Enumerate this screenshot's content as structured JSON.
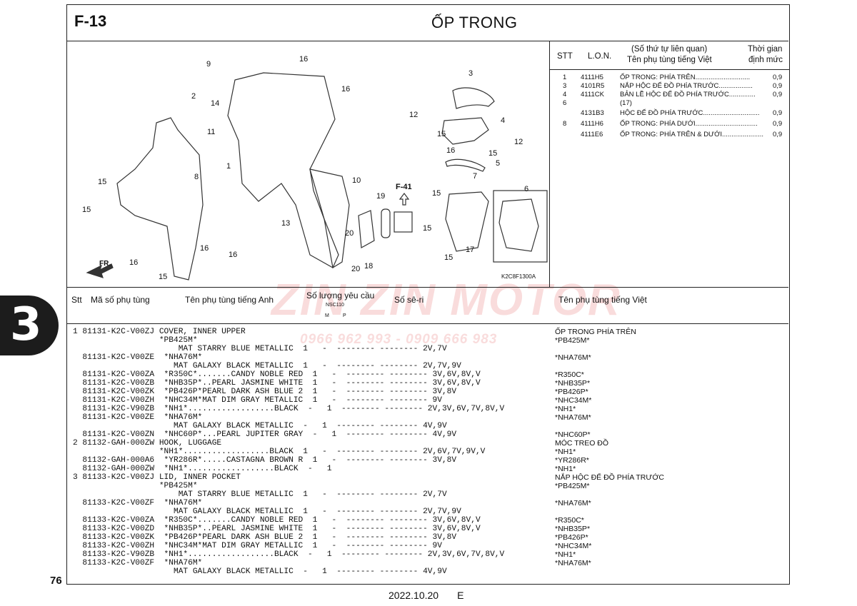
{
  "header": {
    "figure_code": "F-13",
    "title": "ỐP TRONG"
  },
  "reference": {
    "col_stt": "STT",
    "col_lon": "L.O.N.",
    "col_name_line1": "(Số thứ tự liên quan)",
    "col_name_line2": "Tên phụ tùng tiếng Việt",
    "col_time_line1": "Thời gian",
    "col_time_line2": "định mức",
    "rows": [
      {
        "stt": "1",
        "lon": "4111H5",
        "name": "ỐP TRONG: PHÍA TRÊN.............................",
        "time": "0,9"
      },
      {
        "stt": "3",
        "lon": "4101R5",
        "name": "NẮP HỘC ĐỂ ĐỒ PHÍA TRƯỚC..................",
        "time": "0,9"
      },
      {
        "stt": "4",
        "lon": "4111CK",
        "name": "BẢN LỀ HỘC ĐỂ ĐỒ PHÍA TRƯỚC..............",
        "time": "0,9"
      },
      {
        "stt": "6",
        "lon": "",
        "name": "(17)",
        "time": ""
      },
      {
        "stt": "",
        "lon": "4131B3",
        "name": "HỘC ĐỂ ĐỒ PHÍA TRƯỚC..............................",
        "time": "0,9"
      },
      {
        "stt": "8",
        "lon": "4111H6",
        "name": "ỐP TRONG: PHÍA DƯỚI.................................",
        "time": "0,9"
      },
      {
        "stt": "",
        "lon": "4111E6",
        "name": "ỐP TRONG: PHÍA TRÊN & DƯỚI......................",
        "time": "0,9"
      }
    ]
  },
  "diagram": {
    "code": "K2C8F1300A",
    "ref_label": "F-41",
    "front_label": "FR.",
    "callouts": [
      "9",
      "16",
      "16",
      "2",
      "14",
      "11",
      "3",
      "12",
      "4",
      "15",
      "16",
      "15",
      "12",
      "5",
      "1",
      "8",
      "15",
      "15",
      "10",
      "19",
      "7",
      "15",
      "6",
      "13",
      "20",
      "15",
      "16",
      "16",
      "20",
      "18",
      "15",
      "17",
      "15",
      "16"
    ]
  },
  "table": {
    "h_stt": "Stt",
    "h_part_no": "Mã số phụ tùng",
    "h_name_en": "Tên phụ tùng tiếng Anh",
    "h_qty": "Số lượng yêu cầu",
    "h_qty_sub": "NSC110",
    "h_m": "M",
    "h_p": "P",
    "h_serial": "Số sê-ri",
    "h_name_vi": "Tên phụ tùng tiếng Việt",
    "rows": [
      {
        "l": "1 81131-K2C-V00ZJ COVER, INNER UPPER",
        "v": "ỐP TRONG PHÍA TRÊN"
      },
      {
        "l": "                  *PB425M*",
        "v": "*PB425M*"
      },
      {
        "l": "                      MAT STARRY BLUE METALLIC  1   -  -------- -------- 2V,7V",
        "v": ""
      },
      {
        "l": "  81131-K2C-V00ZE  *NHA76M*",
        "v": "*NHA76M*"
      },
      {
        "l": "                     MAT GALAXY BLACK METALLIC  1   -  -------- -------- 2V,7V,9V",
        "v": ""
      },
      {
        "l": "  81131-K2C-V00ZA  *R350C*.......CANDY NOBLE RED  1   -  -------- -------- 3V,6V,8V,V",
        "v": "*R350C*"
      },
      {
        "l": "  81131-K2C-V00ZB  *NHB35P*..PEARL JASMINE WHITE  1   -  -------- -------- 3V,6V,8V,V",
        "v": "*NHB35P*"
      },
      {
        "l": "  81131-K2C-V00ZK  *PB426P*PEARL DARK ASH BLUE 2  1   -  -------- -------- 3V,8V",
        "v": "*PB426P*"
      },
      {
        "l": "  81131-K2C-V00ZH  *NHC34M*MAT DIM GRAY METALLIC  1   -  -------- -------- 9V",
        "v": "*NHC34M*"
      },
      {
        "l": "  81131-K2C-V90ZB  *NH1*..................BLACK  -   1  -------- -------- 2V,3V,6V,7V,8V,V",
        "v": "*NH1*"
      },
      {
        "l": "  81131-K2C-V00ZE  *NHA76M*",
        "v": "*NHA76M*"
      },
      {
        "l": "                     MAT GALAXY BLACK METALLIC  -   1  -------- -------- 4V,9V",
        "v": ""
      },
      {
        "l": "  81131-K2C-V00ZN  *NHC60P*...PEARL JUPITER GRAY  -   1  -------- -------- 4V,9V",
        "v": "*NHC60P*"
      },
      {
        "l": "2 81132-GAH-000ZW HOOK, LUGGAGE",
        "v": "MÓC TREO ĐỒ"
      },
      {
        "l": "                  *NH1*..................BLACK  1   -  -------- -------- 2V,6V,7V,9V,V",
        "v": "*NH1*"
      },
      {
        "l": "  81132-GAH-000A6  *YR286R*.....CASTAGNA BROWN R  1   -  -------- -------- 3V,8V",
        "v": "*YR286R*"
      },
      {
        "l": "  81132-GAH-000ZW  *NH1*..................BLACK  -   1",
        "v": "*NH1*"
      },
      {
        "l": "3 81133-K2C-V00ZJ LID, INNER POCKET",
        "v": "NẮP HỘC ĐỂ ĐỒ PHÍA TRƯỚC"
      },
      {
        "l": "                  *PB425M*",
        "v": "*PB425M*"
      },
      {
        "l": "                      MAT STARRY BLUE METALLIC  1   -  -------- -------- 2V,7V",
        "v": ""
      },
      {
        "l": "  81133-K2C-V00ZF  *NHA76M*",
        "v": "*NHA76M*"
      },
      {
        "l": "                     MAT GALAXY BLACK METALLIC  1   -  -------- -------- 2V,7V,9V",
        "v": ""
      },
      {
        "l": "  81133-K2C-V00ZA  *R350C*.......CANDY NOBLE RED  1   -  -------- -------- 3V,6V,8V,V",
        "v": "*R350C*"
      },
      {
        "l": "  81133-K2C-V00ZD  *NHB35P*..PEARL JASMINE WHITE  1   -  -------- -------- 3V,6V,8V,V",
        "v": "*NHB35P*"
      },
      {
        "l": "  81133-K2C-V00ZK  *PB426P*PEARL DARK ASH BLUE 2  1   -  -------- -------- 3V,8V",
        "v": "*PB426P*"
      },
      {
        "l": "  81133-K2C-V00ZH  *NHC34M*MAT DIM GRAY METALLIC  1   -  -------- -------- 9V",
        "v": "*NHC34M*"
      },
      {
        "l": "  81133-K2C-V90ZB  *NH1*..................BLACK  -   1  -------- -------- 2V,3V,6V,7V,8V,V",
        "v": "*NH1*"
      },
      {
        "l": "  81133-K2C-V00ZF  *NHA76M*",
        "v": "*NHA76M*"
      },
      {
        "l": "                     MAT GALAXY BLACK METALLIC  -   1  -------- -------- 4V,9V",
        "v": ""
      }
    ]
  },
  "section_tab": "3",
  "page_number": "76",
  "footer": {
    "date": "2022.10.20",
    "edition": "E"
  },
  "watermark": {
    "brand": "ZIN ZIN MOTOR",
    "phone": "0966 962 993 - 0909 666 983"
  }
}
